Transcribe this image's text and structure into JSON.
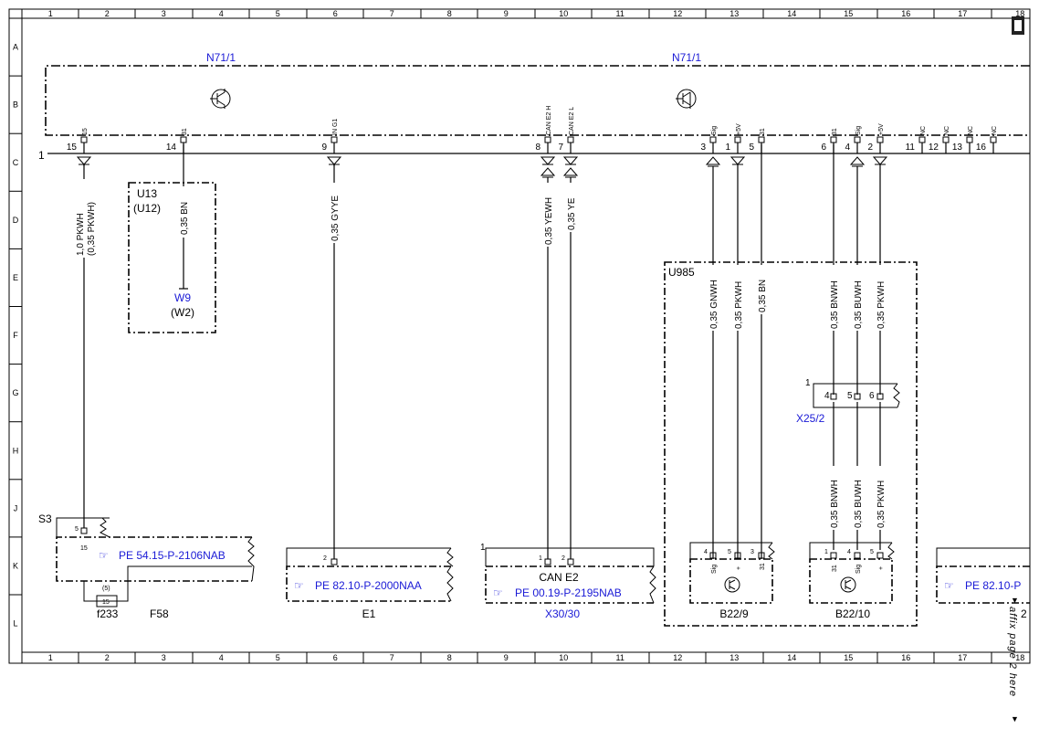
{
  "grid": {
    "columns": [
      "1",
      "2",
      "3",
      "4",
      "5",
      "6",
      "7",
      "8",
      "9",
      "10",
      "11",
      "12",
      "13",
      "14",
      "15",
      "16",
      "17",
      "18"
    ],
    "rows": [
      "A",
      "B",
      "C",
      "D",
      "E",
      "F",
      "G",
      "H",
      "J",
      "K",
      "L"
    ]
  },
  "n71": {
    "left": "N71/1",
    "right": "N71/1"
  },
  "bus": {
    "index": "1"
  },
  "pins": [
    {
      "num": "15",
      "name": "15",
      "arrow": "down"
    },
    {
      "num": "14",
      "name": "31",
      "arrow": "none"
    },
    {
      "num": "9",
      "name": "IN G1",
      "arrow": "down"
    },
    {
      "num": "8",
      "name": "CAN E2 H",
      "arrow": "both"
    },
    {
      "num": "7",
      "name": "CAN E2 L",
      "arrow": "both"
    },
    {
      "num": "3",
      "name": "Sig",
      "arrow": "up"
    },
    {
      "num": "1",
      "name": "+5V",
      "arrow": "down"
    },
    {
      "num": "5",
      "name": "31",
      "arrow": "none"
    },
    {
      "num": "6",
      "name": "31",
      "arrow": "none"
    },
    {
      "num": "4",
      "name": "Sig",
      "arrow": "up"
    },
    {
      "num": "2",
      "name": "+5V",
      "arrow": "down"
    },
    {
      "num": "11",
      "name": "NC",
      "arrow": "none"
    },
    {
      "num": "12",
      "name": "NC",
      "arrow": "none"
    },
    {
      "num": "13",
      "name": "NC",
      "arrow": "none"
    },
    {
      "num": "16",
      "name": "NC",
      "arrow": "none"
    }
  ],
  "wires": {
    "w1": [
      "1,0 PKWH",
      "(0,35 PKWH)"
    ],
    "w2": "0,35 BN",
    "w3": "0,35 GYYE",
    "w4": "0,35 YEWH",
    "w5": "0,35 YE",
    "w6": "0,35 GNWH",
    "w7": "0,35 PKWH",
    "w8": "0,35 BN",
    "w9": "0,35 BNWH",
    "w10": "0,35 BUWH",
    "w11": "0,35 PKWH",
    "w12": "0,35 BNWH",
    "w13": "0,35 BUWH",
    "w14": "0,35 PKWH"
  },
  "u13": {
    "name": "U13",
    "alt": "(U12)",
    "ground": "W9",
    "ground_alt": "(W2)"
  },
  "u985": {
    "name": "U985"
  },
  "x25": {
    "name": "X25/2",
    "index": "1",
    "pins": [
      "4",
      "5",
      "6"
    ]
  },
  "s3": {
    "name": "S3",
    "pin_top": "5",
    "pin_bottom": "15",
    "ref": "PE 54.15-P-2106NAB"
  },
  "f58": {
    "fuse_pin": "(5)",
    "fuse_num": "15",
    "fuse": "f233",
    "label": "F58"
  },
  "e1": {
    "pin": "2",
    "ref": "PE 82.10-P-2000NAA",
    "label": "E1"
  },
  "x30": {
    "index": "1",
    "pins": [
      "1",
      "2"
    ],
    "title": "CAN E2",
    "ref": "PE 00.19-P-2195NAB",
    "label": "X30/30"
  },
  "b229": {
    "pins": [
      "4",
      "5",
      "3"
    ],
    "pin_names": [
      "Sig",
      "+",
      "31"
    ],
    "label": "B22/9"
  },
  "b2210": {
    "pins": [
      "1",
      "4",
      "5"
    ],
    "pin_names": [
      "31",
      "Sig",
      "+"
    ],
    "label": "B22/10"
  },
  "right_ref": {
    "ref": "PE 82.10-P",
    "num": "2"
  },
  "affix": "affix page 2 here"
}
